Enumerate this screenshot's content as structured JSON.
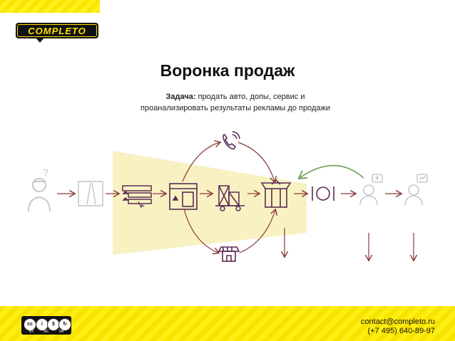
{
  "logo": {
    "text": "COMPLETO"
  },
  "title": "Воронка продаж",
  "subtitle": {
    "task_label": "Задача:",
    "task_line1": "продать авто, допы, сервис и",
    "task_line2": "проанализировать результаты рекламы до продажи"
  },
  "footer": {
    "license": {
      "cc": "cc",
      "by": "BY",
      "nc": "NC",
      "sa": "SA"
    },
    "email": "contact@completo.ru",
    "phone": "(+7 495)  640-89-97"
  },
  "colors": {
    "funnel_fill": "#f8f2c2",
    "arrow_dark_red": "#8b3a3a",
    "arrow_green": "#6fa35f",
    "icon_gray": "#c8c8c8",
    "icon_purple": "#5a2a55",
    "accent_yellow": "#f7e300"
  },
  "diagram": {
    "stages": [
      {
        "name": "person-question-icon"
      },
      {
        "name": "road-icon"
      },
      {
        "name": "ad-listing-icon"
      },
      {
        "name": "website-icon"
      },
      {
        "name": "cars-lot-icon"
      },
      {
        "name": "purchase-box-icon"
      },
      {
        "name": "service-icon"
      },
      {
        "name": "customer-add-icon"
      },
      {
        "name": "customer-loyal-icon"
      }
    ],
    "channels": [
      {
        "name": "phone-icon"
      },
      {
        "name": "dealership-icon"
      }
    ]
  }
}
